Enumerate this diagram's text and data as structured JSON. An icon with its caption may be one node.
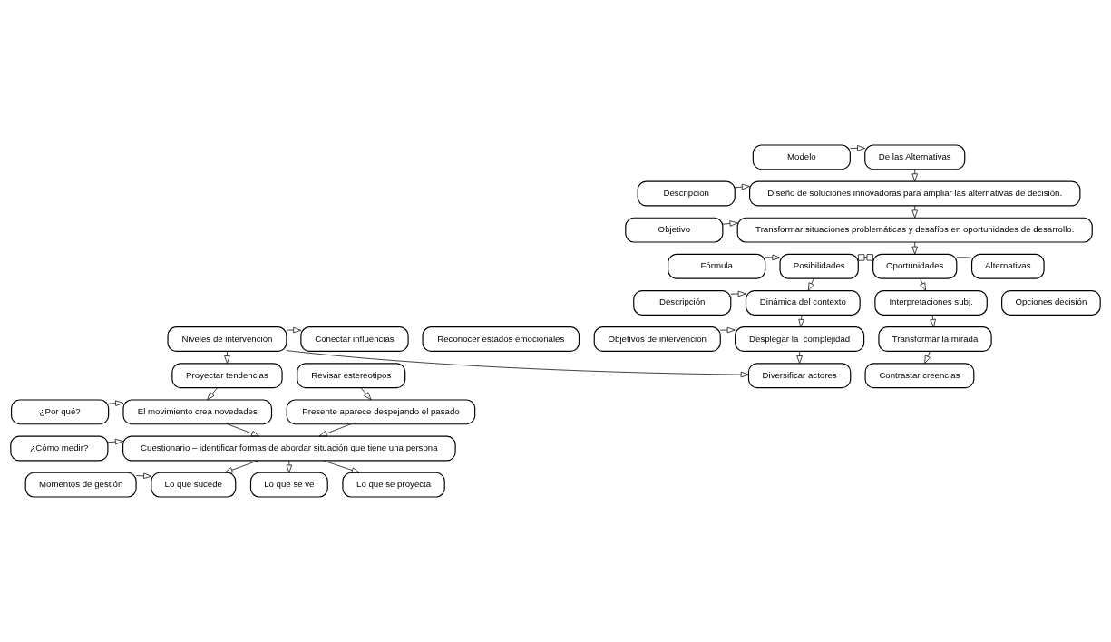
{
  "diagram": {
    "nodes": [
      {
        "text": [
          "Modelo"
        ]
      },
      {
        "text": [
          "Descripción"
        ]
      },
      {
        "text": [
          "Objetivo"
        ]
      },
      {
        "text": [
          "Fórmula"
        ]
      },
      {
        "text": [
          "Descripción"
        ]
      },
      {
        "text": [
          "Objetivos de intervención"
        ]
      },
      {
        "text": [
          "Niveles de intervención"
        ]
      },
      {
        "text": [
          "¿Por qué?"
        ]
      },
      {
        "text": [
          "¿Cómo medir?"
        ]
      },
      {
        "text": [
          "Momentos de gestión"
        ]
      },
      {
        "text": [
          "De las Alternativas"
        ]
      },
      {
        "text": [
          "Diseño de soluciones innovadoras para ampliar las alternativas de decisión."
        ]
      },
      {
        "text": [
          "Transformar situaciones problemáticas y desafíos en oportunidades de desarrollo."
        ]
      },
      {
        "text": [
          "Posibilidades"
        ]
      },
      {
        "text": [
          "Oportunidades"
        ]
      },
      {
        "text": [
          "Alternativas"
        ]
      },
      {
        "text": [
          "Dinámica del contexto"
        ]
      },
      {
        "text": [
          "Interpretaciones subj."
        ]
      },
      {
        "text": [
          "Opciones decisión"
        ]
      },
      {
        "text": [
          "Desplegar la  complejidad"
        ]
      },
      {
        "text": [
          "Transformar la mirada"
        ]
      },
      {
        "text": [
          "Diversificar actores"
        ]
      },
      {
        "text": [
          "Contrastar creencias"
        ]
      },
      {
        "text": [
          "Conectar influencias"
        ]
      },
      {
        "text": [
          "Reconocer estados emocionales"
        ]
      },
      {
        "text": [
          "Proyectar tendencias"
        ]
      },
      {
        "text": [
          "Revisar estereotipos"
        ]
      },
      {
        "text": [
          "El movimiento crea novedades"
        ]
      },
      {
        "text": [
          "Presente aparece despejando el pasado"
        ]
      },
      {
        "text": [
          "Cuestionario – identificar formas de abordar situación que tiene una persona"
        ]
      },
      {
        "text": [
          "Lo que sucede"
        ]
      },
      {
        "text": [
          "Lo que se ve"
        ]
      },
      {
        "text": [
          "Lo que se proyecta"
        ]
      }
    ],
    "edges": [
      {
        "from": 0,
        "to": 10,
        "arrow": "to"
      },
      {
        "from": 10,
        "to": 11,
        "arrow": "to"
      },
      {
        "from": 1,
        "to": 11,
        "arrow": "to"
      },
      {
        "from": 11,
        "to": 12,
        "arrow": "to"
      },
      {
        "from": 2,
        "to": 12,
        "arrow": "to"
      },
      {
        "from": 12,
        "to": 14,
        "arrow": "to"
      },
      {
        "from": 3,
        "to": 13,
        "arrow": "to"
      },
      {
        "from": 13,
        "to": 14,
        "arrow": "other"
      },
      {
        "from": 14,
        "to": 15,
        "arrow": "none"
      },
      {
        "from": 4,
        "to": 16,
        "arrow": "to"
      },
      {
        "from": 13,
        "to": 16,
        "arrow": "to"
      },
      {
        "from": 14,
        "to": 17,
        "arrow": "to"
      },
      {
        "from": 5,
        "to": 19,
        "arrow": "to"
      },
      {
        "from": 16,
        "to": 19,
        "arrow": "to"
      },
      {
        "from": 17,
        "to": 20,
        "arrow": "to"
      },
      {
        "from": 19,
        "to": 21,
        "arrow": "to"
      },
      {
        "from": 20,
        "to": 22,
        "arrow": "to"
      },
      {
        "from": 6,
        "to": 21,
        "arrow": "to"
      },
      {
        "from": 6,
        "to": 23,
        "arrow": "to"
      },
      {
        "from": 6,
        "to": 25,
        "arrow": "to"
      },
      {
        "from": 25,
        "to": 27,
        "arrow": "to"
      },
      {
        "from": 26,
        "to": 28,
        "arrow": "to"
      },
      {
        "from": 7,
        "to": 27,
        "arrow": "to"
      },
      {
        "from": 27,
        "to": 29,
        "arrow": "to"
      },
      {
        "from": 28,
        "to": 29,
        "arrow": "to"
      },
      {
        "from": 8,
        "to": 29,
        "arrow": "to"
      },
      {
        "from": 29,
        "to": 30,
        "arrow": "to"
      },
      {
        "from": 29,
        "to": 31,
        "arrow": "to"
      },
      {
        "from": 29,
        "to": 32,
        "arrow": "to"
      },
      {
        "from": 9,
        "to": 30,
        "arrow": "to"
      }
    ]
  }
}
